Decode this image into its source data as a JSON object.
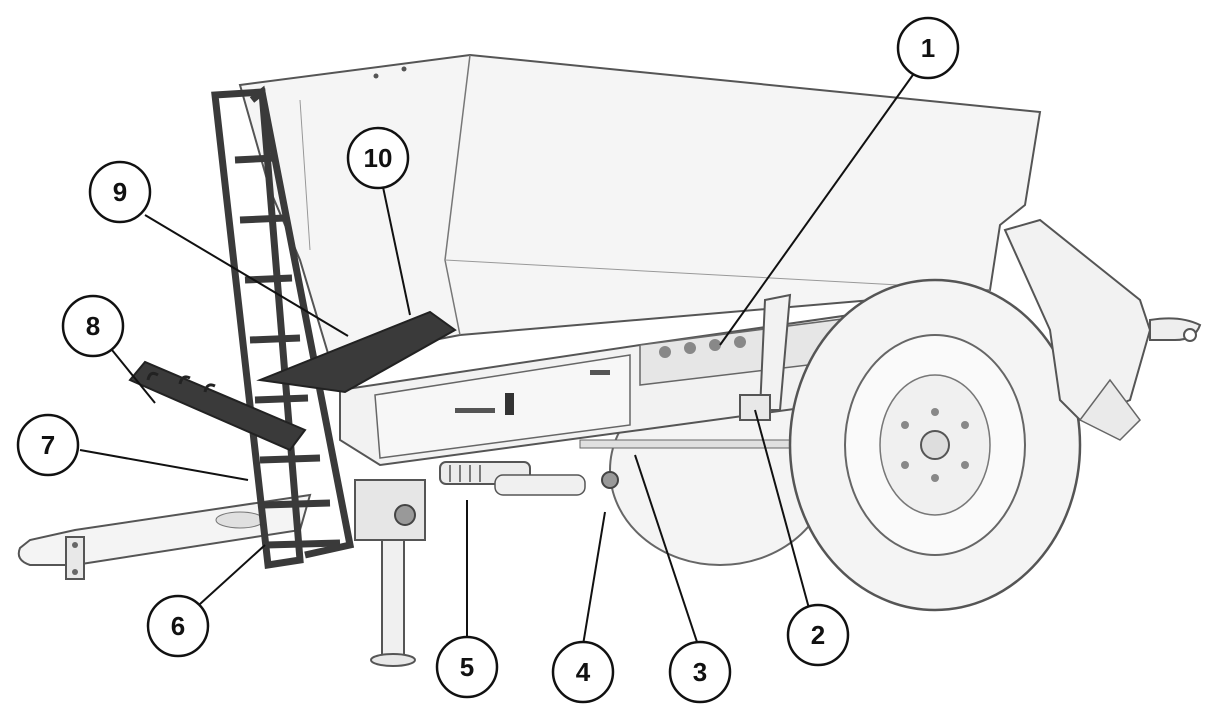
{
  "callouts": [
    {
      "id": "1",
      "label": "1"
    },
    {
      "id": "2",
      "label": "2"
    },
    {
      "id": "3",
      "label": "3"
    },
    {
      "id": "4",
      "label": "4"
    },
    {
      "id": "5",
      "label": "5"
    },
    {
      "id": "6",
      "label": "6"
    },
    {
      "id": "7",
      "label": "7"
    },
    {
      "id": "8",
      "label": "8"
    },
    {
      "id": "9",
      "label": "9"
    },
    {
      "id": "10",
      "label": "10"
    }
  ],
  "colors": {
    "body": "#f2f2f2",
    "outline": "#555555",
    "dark_parts": "#3a3a3a",
    "callout_stroke": "#111111"
  }
}
